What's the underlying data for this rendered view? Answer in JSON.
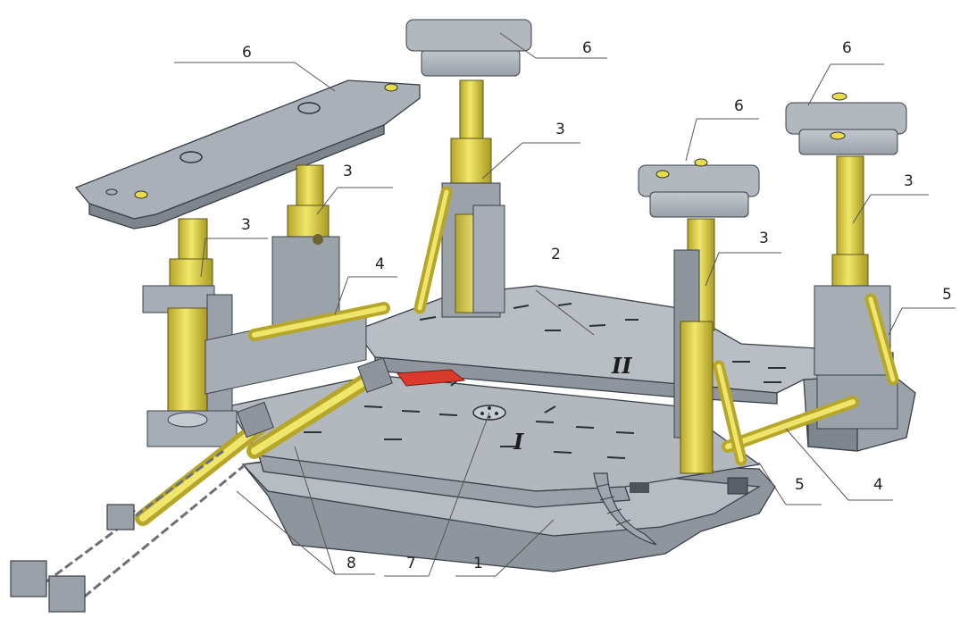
{
  "labels": {
    "base_platform": "1",
    "upper_platform": "2",
    "hydraulic_stand": "3",
    "push_cylinder": "4",
    "side_cylinder": "5",
    "support_head": "6",
    "center_pivot": "7",
    "tow_cylinder": "8"
  },
  "sections": {
    "lower": "I",
    "upper": "II"
  },
  "colors": {
    "steel": "#a7adb5",
    "steel_dark": "#7d838c",
    "steel_light": "#c3c8ce",
    "yellow": "#e8dc4a",
    "yellow_dark": "#b6a62a",
    "red": "#d93a2c",
    "chain": "#8a8f96"
  }
}
